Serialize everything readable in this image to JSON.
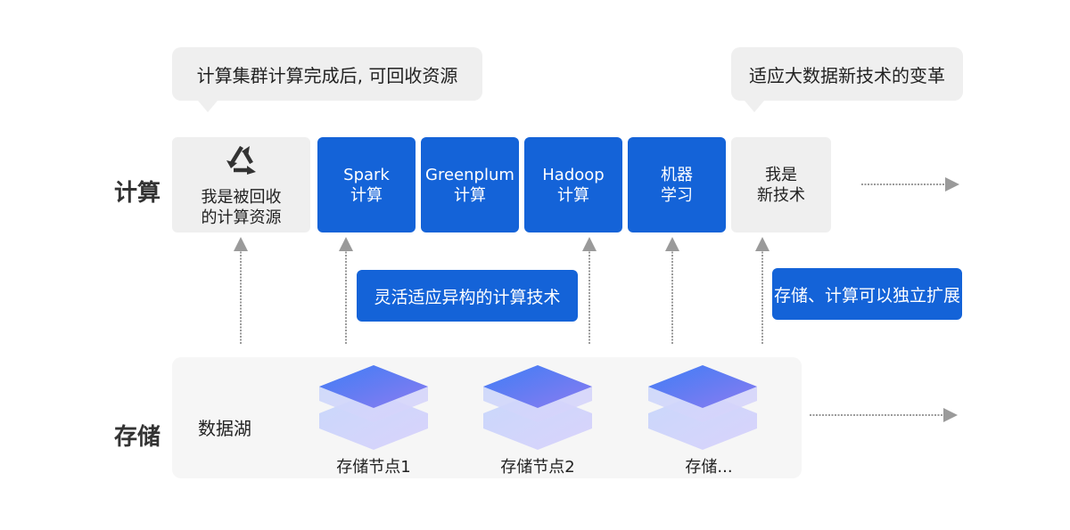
{
  "side_labels": {
    "compute": "计算",
    "storage": "存储"
  },
  "bubbles": [
    {
      "text": "计算集群计算完成后, 可回收资源"
    },
    {
      "text": "适应大数据新技术的变革"
    }
  ],
  "compute_cards": [
    {
      "line1": "我是被回收",
      "line2": "的计算资源",
      "style": "grey",
      "icon": "recycle-icon"
    },
    {
      "line1": "Spark",
      "line2": "计算",
      "style": "blue"
    },
    {
      "line1": "Greenplum",
      "line2": "计算",
      "style": "blue"
    },
    {
      "line1": "Hadoop",
      "line2": "计算",
      "style": "blue"
    },
    {
      "line1": "机器",
      "line2": "学习",
      "style": "blue"
    },
    {
      "line1": "我是",
      "line2": "新技术",
      "style": "grey"
    }
  ],
  "tags": [
    {
      "text": "灵活适应异构的计算技术"
    },
    {
      "text": "存储、计算可以独立扩展"
    }
  ],
  "storage": {
    "lake_label": "数据湖",
    "nodes": [
      {
        "label": "存储节点1"
      },
      {
        "label": "存储节点2"
      },
      {
        "label": "存储..."
      }
    ]
  },
  "colors": {
    "accent_blue": "#1463d8",
    "panel_grey": "#efefef",
    "storage_bg": "#f6f6f6",
    "arrow_grey": "#9a9a9a",
    "layer_purple": "#8b7cf0"
  }
}
